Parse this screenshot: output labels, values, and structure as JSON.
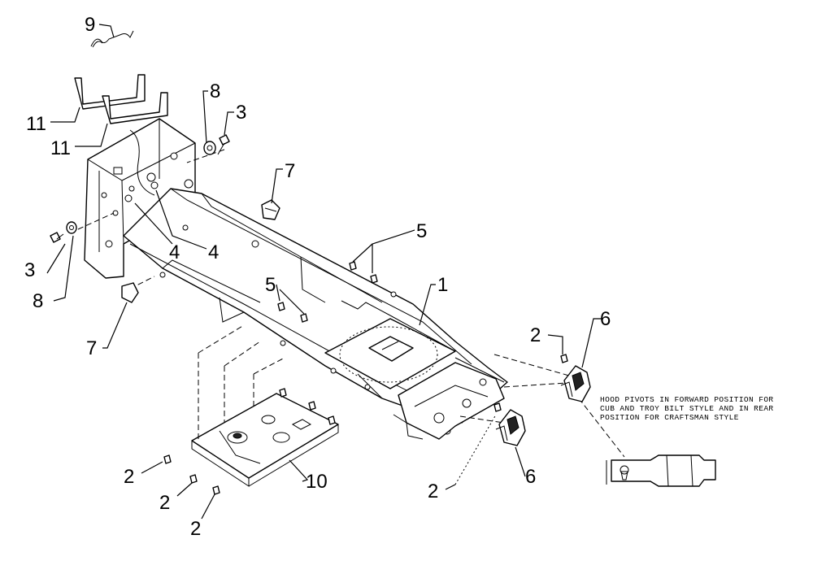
{
  "callouts": [
    {
      "id": "c1",
      "label": "1"
    },
    {
      "id": "c2a",
      "label": "2"
    },
    {
      "id": "c2b",
      "label": "2"
    },
    {
      "id": "c2c",
      "label": "2"
    },
    {
      "id": "c2d",
      "label": "2"
    },
    {
      "id": "c2e",
      "label": "2"
    },
    {
      "id": "c3a",
      "label": "3"
    },
    {
      "id": "c3b",
      "label": "3"
    },
    {
      "id": "c4a",
      "label": "4"
    },
    {
      "id": "c4b",
      "label": "4"
    },
    {
      "id": "c5a",
      "label": "5"
    },
    {
      "id": "c5b",
      "label": "5"
    },
    {
      "id": "c6a",
      "label": "6"
    },
    {
      "id": "c6b",
      "label": "6"
    },
    {
      "id": "c7a",
      "label": "7"
    },
    {
      "id": "c7b",
      "label": "7"
    },
    {
      "id": "c8a",
      "label": "8"
    },
    {
      "id": "c8b",
      "label": "8"
    },
    {
      "id": "c9",
      "label": "9"
    },
    {
      "id": "c10",
      "label": "10"
    },
    {
      "id": "c11a",
      "label": "11"
    },
    {
      "id": "c11b",
      "label": "11"
    }
  ],
  "note": {
    "line1": "HOOD PIVOTS IN FORWARD POSITION FOR",
    "line2": "CUB AND TROY BILT STYLE AND IN REAR",
    "line3": "POSITION FOR CRAFTSMAN STYLE"
  }
}
